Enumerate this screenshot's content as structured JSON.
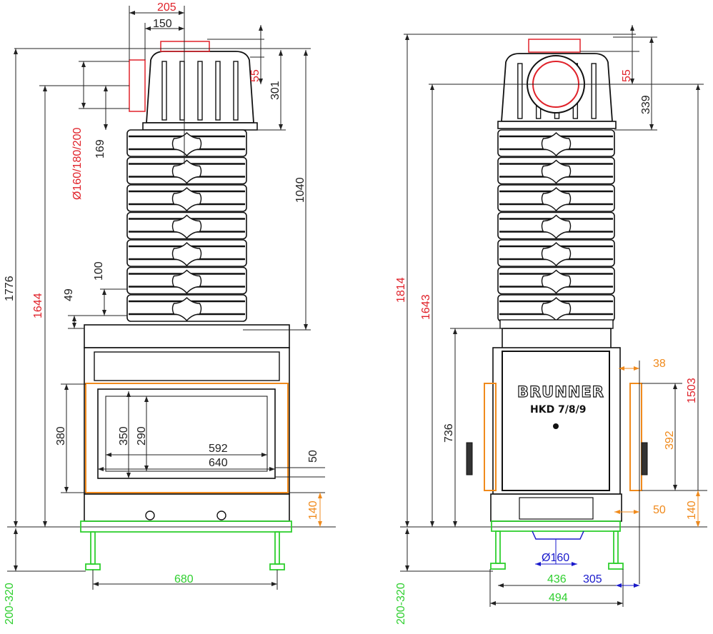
{
  "colors": {
    "dimension": "#222222",
    "flue": "#e0222a",
    "door": "#f08a1c",
    "base": "#2fcf2f",
    "air": "#1a1acc"
  },
  "front_view": {
    "dims": {
      "top_offset_205": "205",
      "top_offset_150": "150",
      "flue_top_55": "55",
      "height_301": "301",
      "height_1040": "1040",
      "flue_diameter": "Ø160/180/200",
      "height_169": "169",
      "height_100": "100",
      "height_49": "49",
      "total_1776": "1776",
      "flue_axis_1644": "1644",
      "door_380": "380",
      "glass_350": "350",
      "glass_290": "290",
      "glass_592": "592",
      "glass_640": "640",
      "bottom_50": "50",
      "base_140": "140",
      "base_width_680": "680",
      "feet_200_320": "200-320"
    }
  },
  "side_view": {
    "brand": "BRUNNER",
    "model": "HKD 7/8/9",
    "dims": {
      "total_1814": "1814",
      "flue_axis_1643": "1643",
      "flue_top_55": "55",
      "height_339": "339",
      "height_736": "736",
      "height_1503": "1503",
      "side_38": "38",
      "door_392": "392",
      "base_140": "140",
      "side_50": "50",
      "air_diameter": "Ø160",
      "depth_436": "436",
      "depth_305": "305",
      "depth_494": "494",
      "feet_200_320": "200-320"
    }
  }
}
